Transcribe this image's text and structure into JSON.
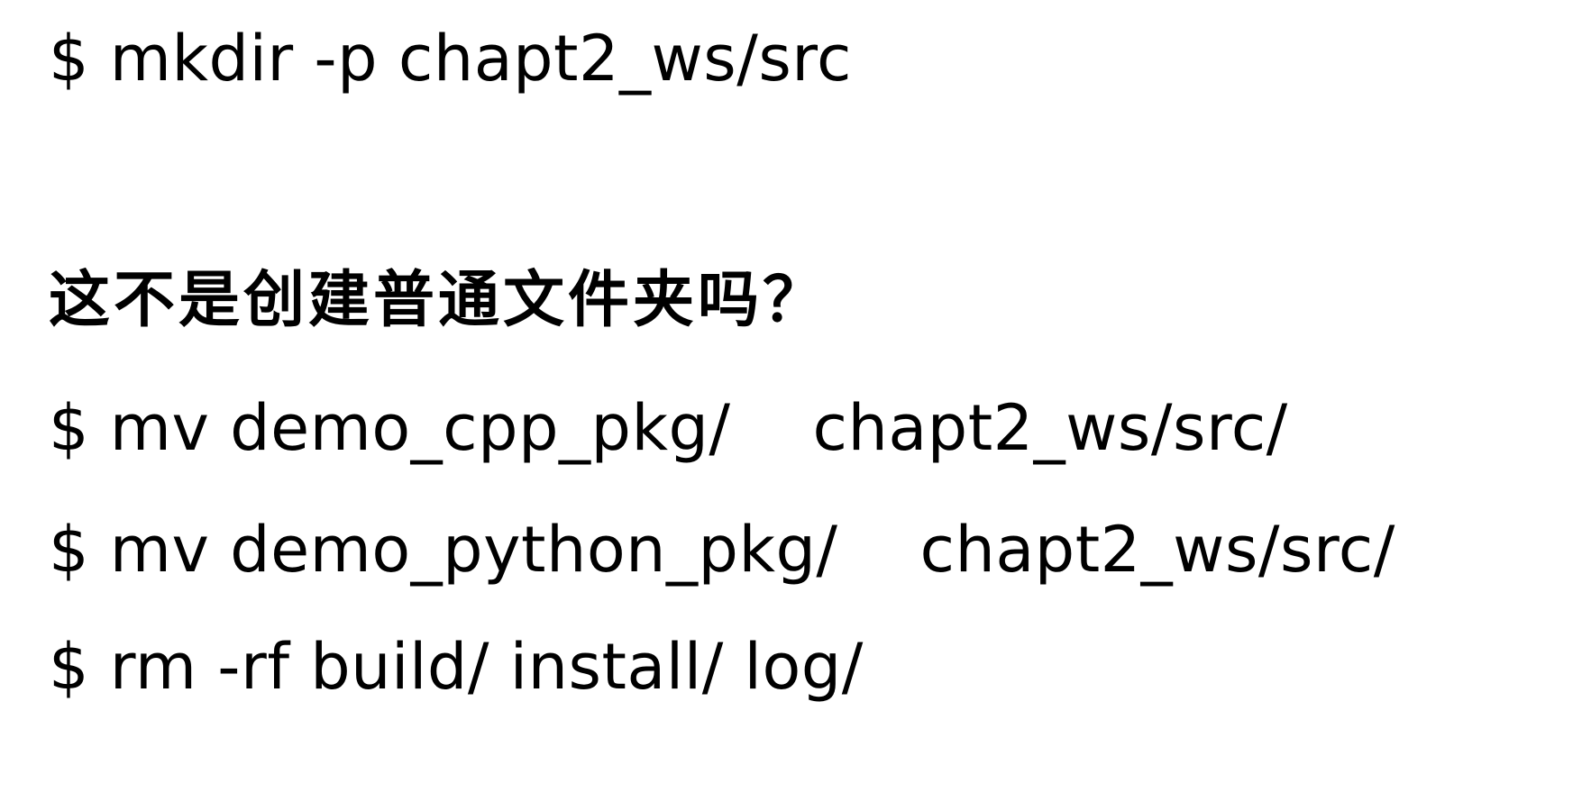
{
  "lines": {
    "cmd_mkdir": "$ mkdir -p chapt2_ws/src",
    "question": "这不是创建普通文件夹吗？",
    "cmd_mv_cpp": "$ mv demo_cpp_pkg/    chapt2_ws/src/",
    "cmd_mv_python": "$ mv demo_python_pkg/    chapt2_ws/src/",
    "cmd_rm": "$ rm -rf build/ install/ log/"
  },
  "colors": {
    "background": "#ffffff",
    "text": "#000000"
  }
}
